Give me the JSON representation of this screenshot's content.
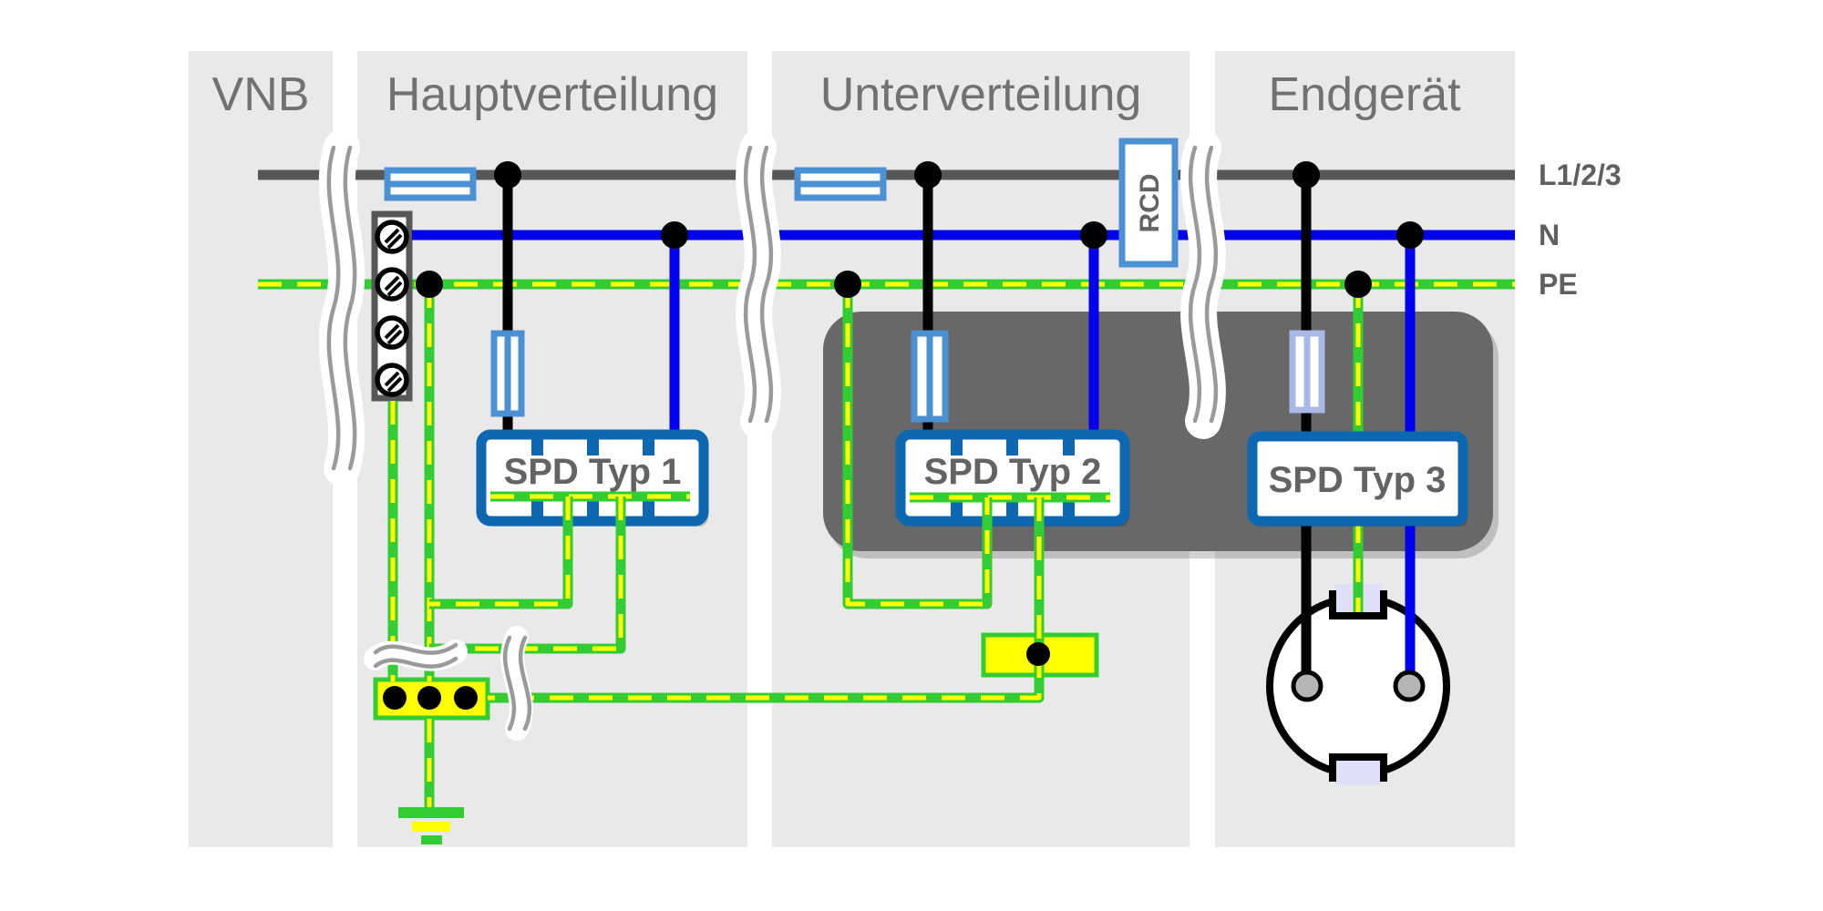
{
  "diagram": {
    "type": "electrical-schematic-surge-protection",
    "columns": [
      {
        "id": "vnb",
        "label": "VNB"
      },
      {
        "id": "hauptverteilung",
        "label": "Hauptverteilung"
      },
      {
        "id": "unterverteilung",
        "label": "Unterverteilung"
      },
      {
        "id": "endgeraet",
        "label": "Endgerät"
      }
    ],
    "bus_labels": [
      {
        "id": "l",
        "label": "L1/2/3"
      },
      {
        "id": "n",
        "label": "N"
      },
      {
        "id": "pe",
        "label": "PE"
      }
    ],
    "devices": {
      "spd1": {
        "label": "SPD Typ 1"
      },
      "spd2": {
        "label": "SPD Typ 2"
      },
      "spd3": {
        "label": "SPD Typ 3"
      },
      "rcd": {
        "label": "RCD"
      }
    },
    "colors": {
      "column_background": "#e9e9e9",
      "protected_zone_box": "#686868",
      "line_l": "#575757",
      "line_n": "#0000ee",
      "line_black_drop": "#000000",
      "pe_green": "#33cc33",
      "pe_yellow": "#ffff00",
      "spd_border": "#0e68b1",
      "fuse_border": "#4a90d2",
      "endgeraet_fuse_border": "#a9b8e6",
      "socket_pin_gray": "#b5b5b5",
      "socket_notch_lavender": "#dfdff7",
      "header_text": "#717171",
      "label_text": "#5f5f5f"
    }
  }
}
